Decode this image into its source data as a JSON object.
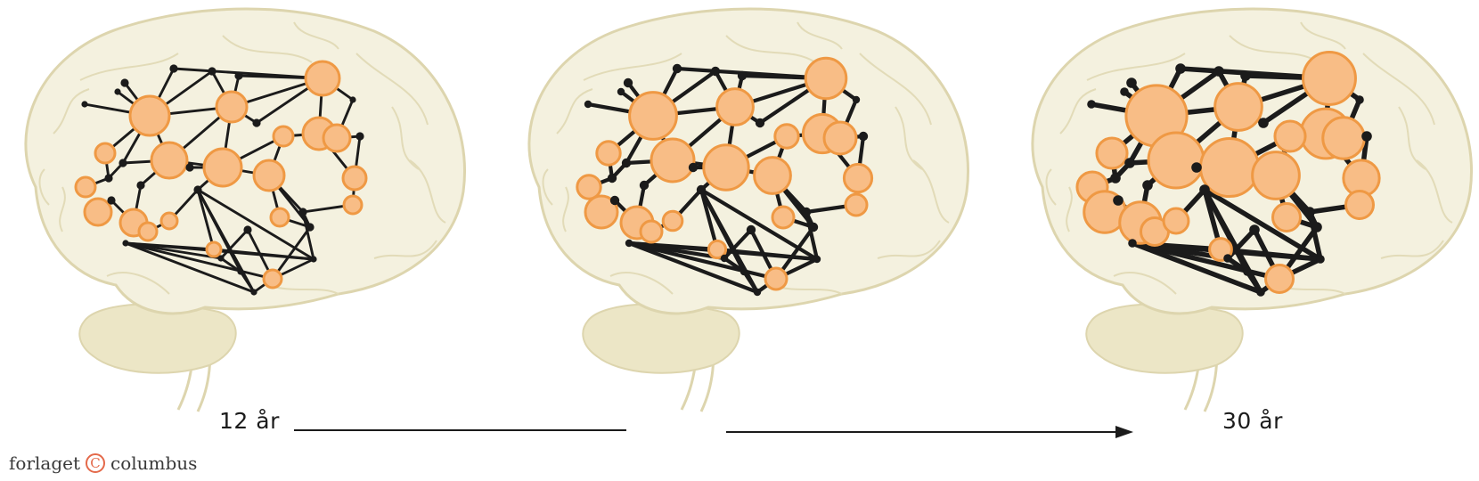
{
  "labels": {
    "start_age": "12 år",
    "end_age": "30 år"
  },
  "logo": {
    "text_before": "forlaget",
    "symbol": "C",
    "text_after": "columbus"
  },
  "colors": {
    "brain_fill": "#f4f1df",
    "brain_stroke": "#ddd5ae",
    "node_fill": "#f8bd86",
    "node_stroke": "#ef9944",
    "edge": "#1b1b1b",
    "logo_accent": "#e4694a"
  },
  "stages": [
    {
      "name": "age-12",
      "edge_weight": 1,
      "node_scale": 1
    },
    {
      "name": "age-middle",
      "edge_weight": 2,
      "node_scale": 1.2
    },
    {
      "name": "age-30",
      "edge_weight": 3,
      "node_scale": 1.55
    }
  ]
}
